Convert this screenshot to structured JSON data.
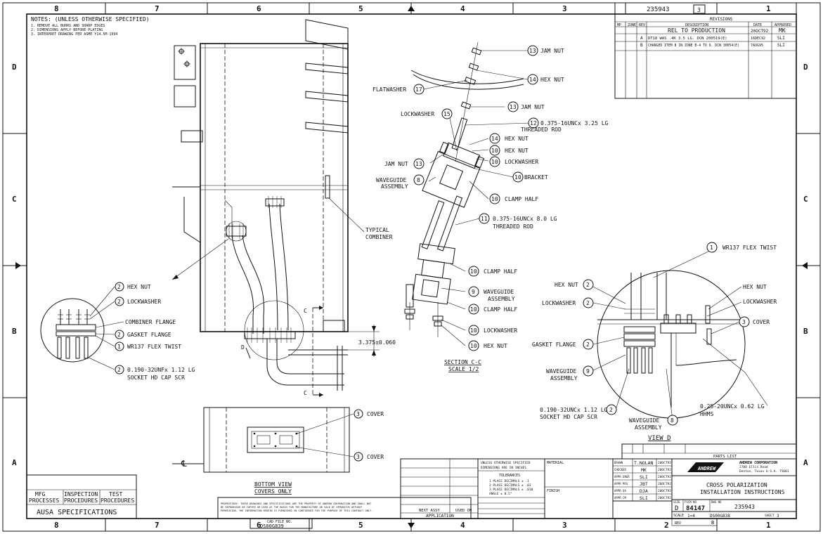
{
  "grid": {
    "columns": [
      "8",
      "7",
      "6",
      "5",
      "4",
      "3",
      "2",
      "1"
    ],
    "rows": [
      "D",
      "C",
      "B",
      "A"
    ]
  },
  "notes": {
    "title": "NOTES: (UNLESS OTHERWISE SPECIFIED)",
    "lines": [
      "1. REMOVE ALL BURRS AND SHARP EDGES",
      "2. DIMENSIONS APPLY BEFORE PLATING",
      "3. INTERPRET DRAWING PER ASME Y14.5M-1994"
    ]
  },
  "title_block": {
    "doc_number": "235943",
    "sheet_small": "3",
    "revisions_title": "REVISIONS",
    "rev_headers": [
      "MP",
      "ZONE",
      "REV",
      "DESCRIPTION",
      "DATE",
      "APPROVED"
    ],
    "rev_rows": [
      {
        "rev": "",
        "desc": "REL TO PRODUCTION",
        "date": "20OCT92",
        "appr": "MK"
      },
      {
        "rev": "A",
        "desc": "DT18 WAS .4K 3.5 LG.  DCN 200519(E)",
        "date": "16DEC92",
        "appr": "SLI"
      },
      {
        "rev": "B",
        "desc": "CHANGED ITEM 8 IN ZONE B-4 TO 9.  DCN 30054(E)",
        "date": "7AUG95",
        "appr": "SLI"
      }
    ],
    "company": "ANDREW CORPORATION",
    "company_addr1": "2700 Ellis Road",
    "company_addr2": "Denton, Texas  U.S.A.  75001",
    "logo_text": "ANDREW",
    "drawing_title_1": "CROSS POLARIZATION",
    "drawing_title_2": "INSTALLATION INSTRUCTIONS",
    "size_label": "SIZE",
    "size": "D",
    "code_label": "FSCM NO",
    "code": "84147",
    "dwg_label": "DWG NO",
    "dwg_no": "235943",
    "rev_label": "REV",
    "rev": "B",
    "scale_label": "SCALE",
    "scale": "1=4",
    "cad_file": "DS00G838",
    "sheet_label": "SHEET",
    "sheet": "3",
    "signatures": [
      {
        "role": "DRAWN",
        "name": "T.NOLAN",
        "date": "20OCT92"
      },
      {
        "role": "CHECKED",
        "name": "MK",
        "date": "20OCT92"
      },
      {
        "role": "APPR ENGR",
        "name": "SLI",
        "date": "20OCT92"
      },
      {
        "role": "APPR MFG",
        "name": "JBT",
        "date": "20OCT92"
      },
      {
        "role": "APPR QA",
        "name": "DJA",
        "date": "20OCT92"
      },
      {
        "role": "APPR CM",
        "name": "SLI",
        "date": "20OCT92"
      }
    ],
    "material_label": "MATERIAL",
    "finish_label": "FINISH",
    "unless": "UNLESS OTHERWISE SPECIFIED",
    "dims": "DIMENSIONS ARE IN INCHES",
    "tolerances_title": "TOLERANCES",
    "tolerances": [
      "1 PLACE DECIMALS ± .1",
      "2 PLACE DECIMALS ± .03",
      "3 PLACE DECIMALS ± .010",
      "ANGLE ± 0.5°"
    ],
    "next_assy": "NEXT ASSY",
    "used_on": "USED ON",
    "application": "APPLICATION",
    "cad_file_no_label": "CAD FILE NO.",
    "cad_file_no": "DS00G839",
    "parts_list": "PARTS LIST",
    "spec_boxes": [
      "MFG\nPROCESSES",
      "INSPECTION\nPROCEDURES",
      "TEST\nPROCEDURES"
    ],
    "specs": "AUSA SPECIFICATIONS"
  },
  "callouts": {
    "typical_combiner": [
      "TYPICAL",
      "COMBINER"
    ],
    "dim_3375": "3.375±0.060",
    "section_c": "SECTION C-C",
    "section_c_scale": "SCALE 1/2",
    "bottom_view": "BOTTOM VIEW",
    "covers_only": "COVERS ONLY",
    "view_d": "VIEW D",
    "left_detail": [
      {
        "n": "2",
        "label": "HEX NUT"
      },
      {
        "n": "2",
        "label": "LOCKWASHER"
      },
      {
        "n": "",
        "label": "COMBINER FLANGE"
      },
      {
        "n": "2",
        "label": "GASKET FLANGE"
      },
      {
        "n": "1",
        "label": "WR137 FLEX TWIST"
      },
      {
        "n": "2",
        "label": "0.190-32UNFx 1.12 LG"
      }
    ],
    "left_detail_extra": "SOCKET HD CAP SCR",
    "section_items": [
      {
        "n": "13",
        "label": "JAM NUT"
      },
      {
        "n": "14",
        "label": "HEX NUT"
      },
      {
        "n": "17",
        "label": "FLATWASHER"
      },
      {
        "n": "13",
        "label": "JAM NUT"
      },
      {
        "n": "15",
        "label": "LOCKWASHER"
      },
      {
        "n": "12",
        "label": "0.375-16UNCx 3.25 LG"
      },
      {
        "n": "14",
        "label": "HEX NUT"
      },
      {
        "n": "10",
        "label": "HEX NUT"
      },
      {
        "n": "13",
        "label": "JAM NUT"
      },
      {
        "n": "10",
        "label": "LOCKWASHER"
      },
      {
        "n": "8",
        "label": "WAVEGUIDE"
      },
      {
        "n": "10",
        "label": "BRACKET"
      },
      {
        "n": "10",
        "label": "CLAMP HALF"
      },
      {
        "n": "11",
        "label": "0.375-16UNCx 8.0 LG"
      },
      {
        "n": "10",
        "label": "CLAMP HALF"
      },
      {
        "n": "9",
        "label": "WAVEGUIDE"
      },
      {
        "n": "10",
        "label": "CLAMP HALF"
      },
      {
        "n": "10",
        "label": "LOCKWASHER"
      },
      {
        "n": "10",
        "label": "HEX NUT"
      }
    ],
    "threaded_rod": "THREADED ROD",
    "assembly": "ASSEMBLY",
    "view_d_items": [
      {
        "n": "1",
        "label": "WR137 FLEX TWIST"
      },
      {
        "n": "2",
        "label": "HEX NUT"
      },
      {
        "n": "2",
        "label": "LOCKWASHER"
      },
      {
        "n": "",
        "label": "HEX NUT"
      },
      {
        "n": "",
        "label": "LOCKWASHER"
      },
      {
        "n": "3",
        "label": "COVER"
      },
      {
        "n": "2",
        "label": "GASKET FLANGE"
      },
      {
        "n": "9",
        "label": "WAVEGUIDE"
      },
      {
        "n": "2",
        "label": "0.190-32UNCx 1.12 LG"
      },
      {
        "n": "8",
        "label": "WAVEGUIDE"
      },
      {
        "n": "",
        "label": "0.25-20UNCx 0.62 LG"
      }
    ],
    "hhms": "HHMS",
    "socket_cap": "SOCKET HD CAP SCR",
    "cover_labels": [
      {
        "n": "3",
        "label": "COVER"
      },
      {
        "n": "3",
        "label": "COVER"
      }
    ],
    "section_letter": "C",
    "detail_letter": "D"
  }
}
